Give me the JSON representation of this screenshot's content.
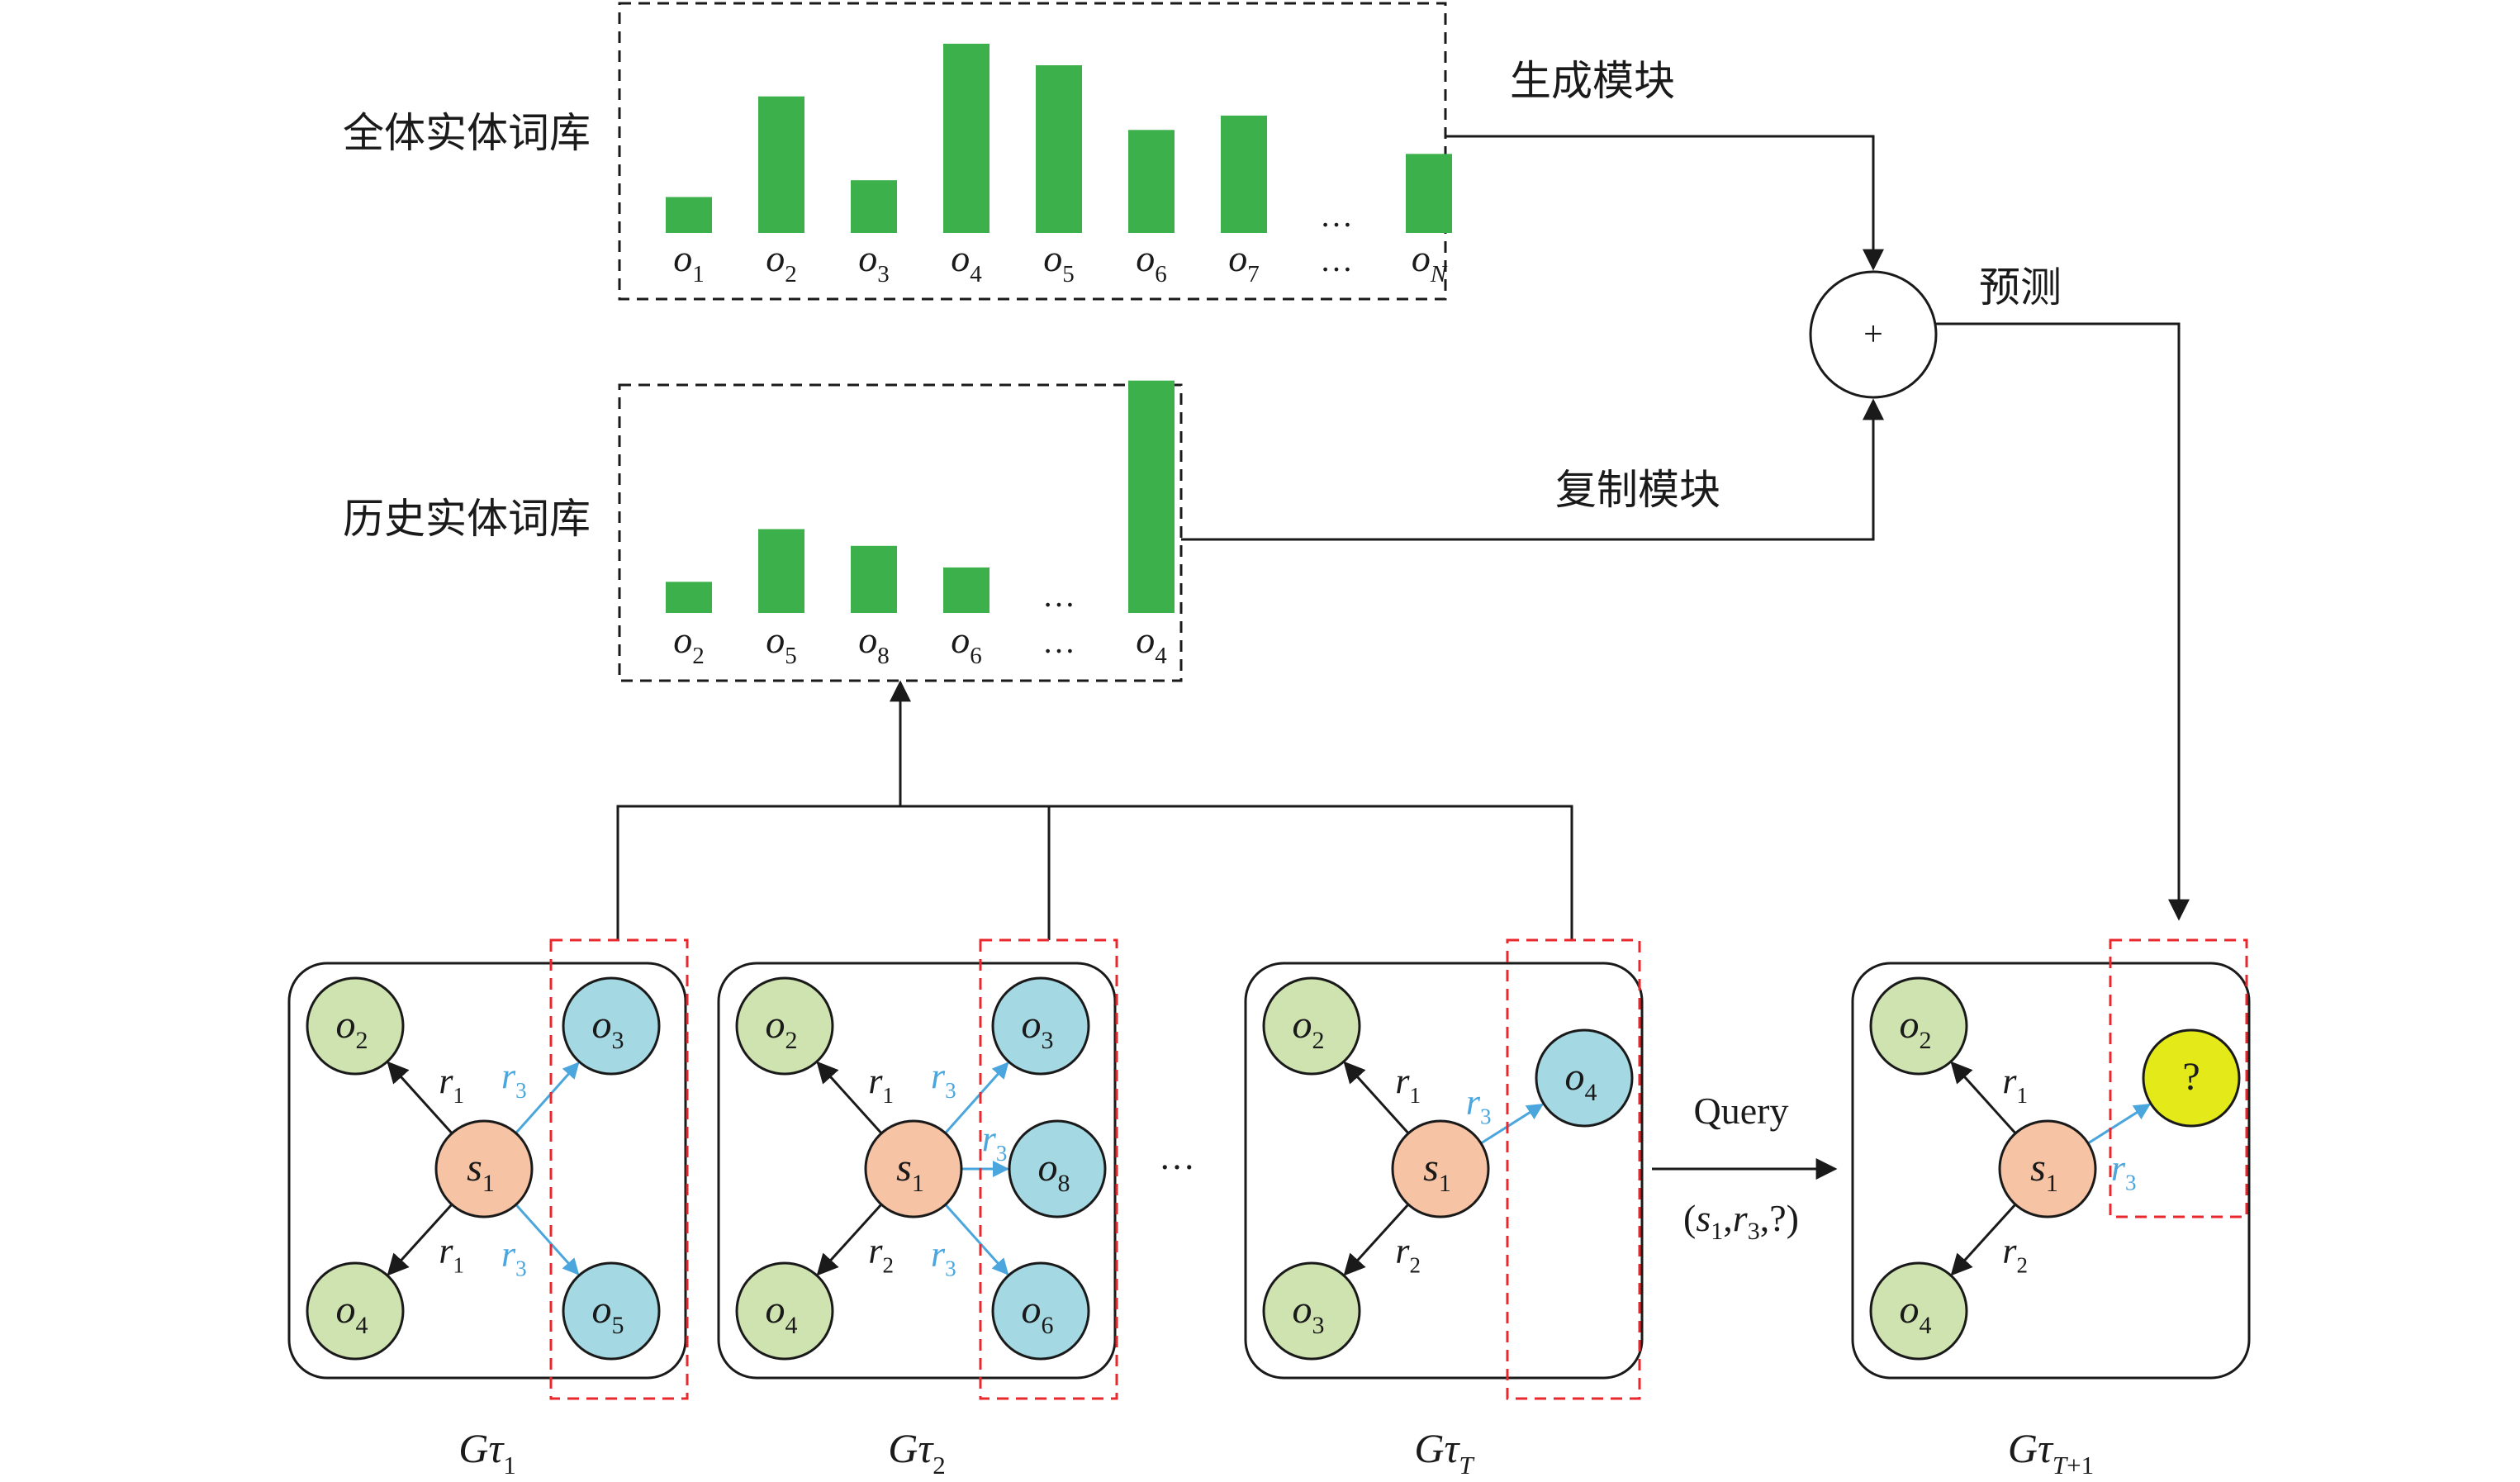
{
  "colors": {
    "bar": "#3cb04a",
    "object_node": "#cfe3b1",
    "new_object_node": "#a4d8e2",
    "subject_node": "#f6c3a4",
    "query_node": "#e4ea1a",
    "dashed_red": "#e8282c",
    "blue_edge": "#4aa6dc",
    "line": "#1a1a1a"
  },
  "labels": {
    "global_vocab": "全体实体词库",
    "history_vocab": "历史实体词库",
    "gen_module": "生成模块",
    "copy_module": "复制模块",
    "predict": "预测",
    "plus": "+",
    "query": "Query",
    "ellipsis": "…",
    "graph_ellipsis": "…",
    "query_tuple": {
      "open": "(",
      "s": "s",
      "s_sub": "1",
      "comma1": ",",
      "r": "r",
      "r_sub": "3",
      "close": ",?)"
    }
  },
  "global_vocab": {
    "bars": [
      {
        "label": "o",
        "sub": "1",
        "value": 0.15
      },
      {
        "label": "o",
        "sub": "2",
        "value": 0.57
      },
      {
        "label": "o",
        "sub": "3",
        "value": 0.22
      },
      {
        "label": "o",
        "sub": "4",
        "value": 0.79
      },
      {
        "label": "o",
        "sub": "5",
        "value": 0.7
      },
      {
        "label": "o",
        "sub": "6",
        "value": 0.43
      },
      {
        "label": "o",
        "sub": "7",
        "value": 0.49
      },
      {
        "label": "…",
        "sub": "",
        "value": null
      },
      {
        "label": "o",
        "sub": "N",
        "value": 0.33
      }
    ]
  },
  "history_vocab": {
    "bars": [
      {
        "label": "o",
        "sub": "2",
        "value": 0.13
      },
      {
        "label": "o",
        "sub": "5",
        "value": 0.35
      },
      {
        "label": "o",
        "sub": "8",
        "value": 0.28
      },
      {
        "label": "o",
        "sub": "6",
        "value": 0.19
      },
      {
        "label": "…",
        "sub": "",
        "value": null
      },
      {
        "label": "o",
        "sub": "4",
        "value": 0.97
      }
    ]
  },
  "graphs": [
    {
      "caption": {
        "G": "G",
        "tau": "τ",
        "sub": "1",
        "sub2": ""
      },
      "subject": {
        "label": "s",
        "sub": "1"
      },
      "old_objects": [
        {
          "label": "o",
          "sub": "2",
          "rel": "r",
          "rel_sub": "1"
        },
        {
          "label": "o",
          "sub": "4",
          "rel": "r",
          "rel_sub": "1"
        }
      ],
      "new_objects": [
        {
          "label": "o",
          "sub": "3",
          "rel": "r",
          "rel_sub": "3"
        },
        {
          "label": "o",
          "sub": "5",
          "rel": "r",
          "rel_sub": "3"
        }
      ]
    },
    {
      "caption": {
        "G": "G",
        "tau": "τ",
        "sub": "2",
        "sub2": ""
      },
      "subject": {
        "label": "s",
        "sub": "1"
      },
      "old_objects": [
        {
          "label": "o",
          "sub": "2",
          "rel": "r",
          "rel_sub": "1"
        },
        {
          "label": "o",
          "sub": "4",
          "rel": "r",
          "rel_sub": "2"
        }
      ],
      "new_objects": [
        {
          "label": "o",
          "sub": "3",
          "rel": "r",
          "rel_sub": "3"
        },
        {
          "label": "o",
          "sub": "8",
          "rel": "r",
          "rel_sub": "3"
        },
        {
          "label": "o",
          "sub": "6",
          "rel": "r",
          "rel_sub": "3"
        }
      ]
    },
    {
      "caption": {
        "G": "G",
        "tau": "τ",
        "sub": "T",
        "sub2": ""
      },
      "subject": {
        "label": "s",
        "sub": "1"
      },
      "old_objects": [
        {
          "label": "o",
          "sub": "2",
          "rel": "r",
          "rel_sub": "1"
        },
        {
          "label": "o",
          "sub": "3",
          "rel": "r",
          "rel_sub": "2"
        }
      ],
      "new_objects": [
        {
          "label": "o",
          "sub": "4",
          "rel": "r",
          "rel_sub": "3"
        }
      ]
    },
    {
      "caption": {
        "G": "G",
        "tau": "τ",
        "sub": "T",
        "sub2": "+1"
      },
      "subject": {
        "label": "s",
        "sub": "1"
      },
      "old_objects": [
        {
          "label": "o",
          "sub": "2",
          "rel": "r",
          "rel_sub": "1"
        },
        {
          "label": "o",
          "sub": "4",
          "rel": "r",
          "rel_sub": "2"
        }
      ],
      "new_objects": [
        {
          "label": "?",
          "sub": "",
          "rel": "r",
          "rel_sub": "3"
        }
      ]
    }
  ]
}
